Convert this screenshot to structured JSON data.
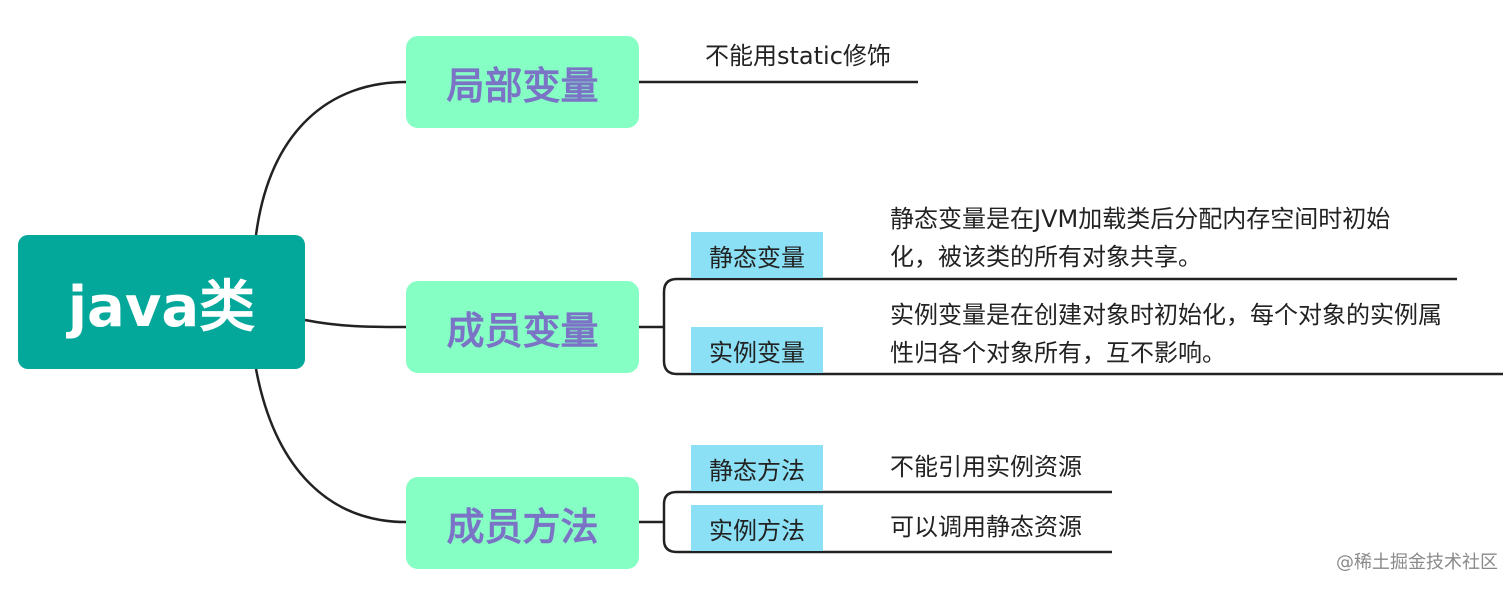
{
  "root": {
    "label": "java类"
  },
  "branches": [
    {
      "label": "局部变量",
      "note": "不能用static修饰"
    },
    {
      "label": "成员变量",
      "children": [
        {
          "tag": "静态变量",
          "lines": [
            "静态变量是在JVM加载类后分配内存空间时初始",
            "化，被该类的所有对象共享。"
          ]
        },
        {
          "tag": "实例变量",
          "lines": [
            "实例变量是在创建对象时初始化，每个对象的实例属",
            "性归各个对象所有，互不影响。"
          ]
        }
      ]
    },
    {
      "label": "成员方法",
      "children": [
        {
          "tag": "静态方法",
          "lines": [
            "不能引用实例资源"
          ]
        },
        {
          "tag": "实例方法",
          "lines": [
            "可以调用静态资源"
          ]
        }
      ]
    }
  ],
  "watermark": "@稀土掘金技术社区",
  "colors": {
    "root_fill": "#04a89a",
    "branch_fill": "#86ffc4",
    "branch_text": "#7b74c6",
    "tag_fill": "#8ce0f5",
    "line": "#222222"
  }
}
